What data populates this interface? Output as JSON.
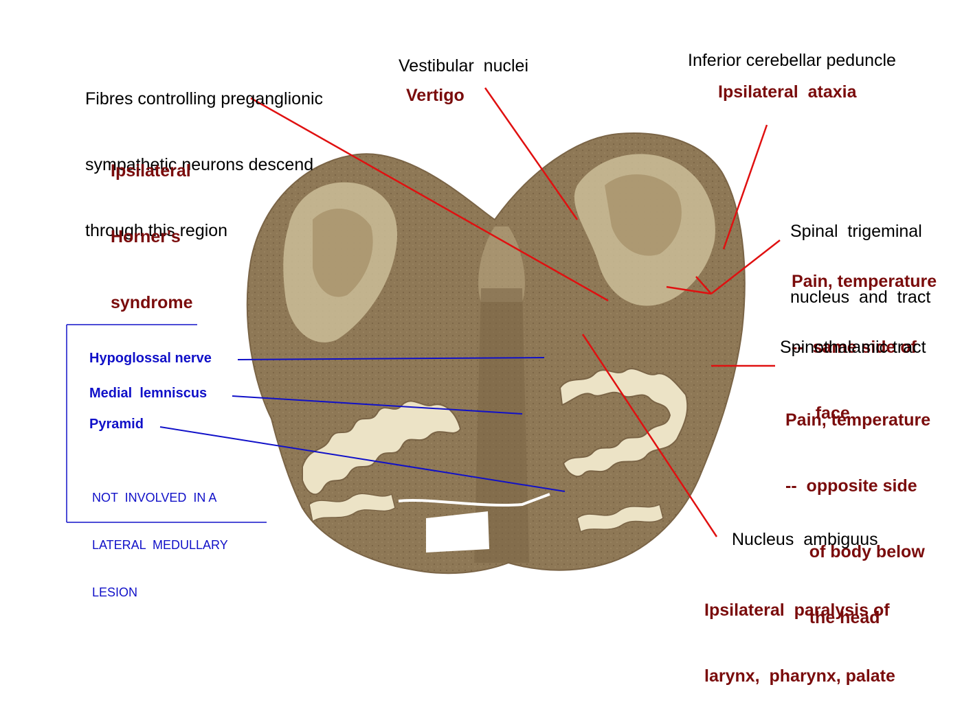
{
  "colors": {
    "label_black": "#000000",
    "clinical_red": "#7a0c0c",
    "pointer_red": "#e01010",
    "uninvolved_blue": "#1010c8",
    "tissue_brown": "#8a7352",
    "tissue_pale": "#e4dcc3",
    "background": "#ffffff"
  },
  "labels": {
    "sympathetic": {
      "structure": [
        "Fibres controlling preganglionic",
        "sympathetic neurons descend",
        "through this region"
      ],
      "deficit": [
        "Ipsilateral",
        "Horner's",
        "syndrome"
      ]
    },
    "vestibular": {
      "structure": [
        "Vestibular  nuclei"
      ],
      "deficit": [
        "Vertigo"
      ]
    },
    "icp": {
      "structure": [
        "Inferior cerebellar peduncle"
      ],
      "deficit": [
        "Ipsilateral  ataxia"
      ]
    },
    "trigeminal": {
      "structure": [
        "Spinal  trigeminal",
        "nucleus  and  tract"
      ],
      "deficit": [
        "Pain, temperature",
        "--  same side of",
        "     face"
      ]
    },
    "spinothalamic": {
      "structure": [
        "Spinothalamic tract"
      ],
      "deficit": [
        "Pain, temperature",
        "--  opposite side",
        "     of body below",
        "     the head"
      ]
    },
    "ambiguus": {
      "structure": [
        "Nucleus  ambiguus"
      ],
      "deficit": [
        "Ipsilateral  paralysis of",
        "larynx,  pharynx, palate"
      ]
    }
  },
  "not_involved": {
    "items": [
      "Hypoglossal nerve",
      "Medial  lemniscus",
      "Pyramid"
    ],
    "note": [
      "NOT  INVOLVED  IN A",
      "LATERAL  MEDULLARY",
      "LESION"
    ]
  }
}
